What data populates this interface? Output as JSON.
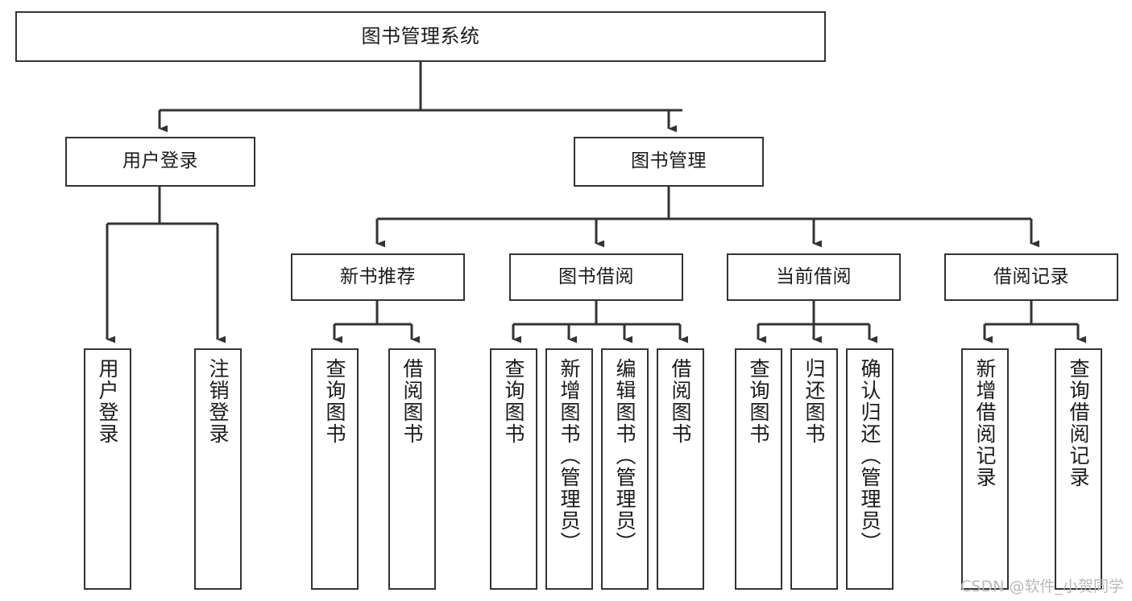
{
  "diagram": {
    "title": "图书管理系统",
    "type": "tree",
    "watermark": "CSDN @软件_小贺同学",
    "colors": {
      "node_border": "#333333",
      "node_fill": "#ffffff",
      "edge": "#333333",
      "text": "#1a1a1a",
      "watermark": "#b9b9b9",
      "background": "#ffffff"
    },
    "nodes": {
      "root": {
        "label": "图书管理系统",
        "level": 1,
        "orientation": "horizontal"
      },
      "l2": [
        {
          "id": "user-login",
          "label": "用户登录",
          "level": 2,
          "orientation": "horizontal"
        },
        {
          "id": "book-manage",
          "label": "图书管理",
          "level": 2,
          "orientation": "horizontal"
        }
      ],
      "l3": [
        {
          "id": "new-book-rec",
          "label": "新书推荐",
          "level": 3,
          "orientation": "horizontal"
        },
        {
          "id": "book-borrow",
          "label": "图书借阅",
          "level": 3,
          "orientation": "horizontal"
        },
        {
          "id": "current-borrow",
          "label": "当前借阅",
          "level": 3,
          "orientation": "horizontal"
        },
        {
          "id": "borrow-record",
          "label": "借阅记录",
          "level": 3,
          "orientation": "horizontal"
        }
      ],
      "leaves": [
        {
          "id": "leaf-user-login",
          "label": "用户登录",
          "parent": "user-login",
          "orientation": "vertical"
        },
        {
          "id": "leaf-user-logout",
          "label": "注销登录",
          "parent": "user-login",
          "orientation": "vertical"
        },
        {
          "id": "leaf-query-book-1",
          "label": "查询图书",
          "parent": "new-book-rec",
          "orientation": "vertical"
        },
        {
          "id": "leaf-borrow-book-1",
          "label": "借阅图书",
          "parent": "new-book-rec",
          "orientation": "vertical"
        },
        {
          "id": "leaf-query-book-2",
          "label": "查询图书",
          "parent": "book-borrow",
          "orientation": "vertical"
        },
        {
          "id": "leaf-add-book",
          "label": "新增图书（管理员）",
          "parent": "book-borrow",
          "orientation": "vertical"
        },
        {
          "id": "leaf-edit-book",
          "label": "编辑图书（管理员）",
          "parent": "book-borrow",
          "orientation": "vertical"
        },
        {
          "id": "leaf-borrow-book-2",
          "label": "借阅图书",
          "parent": "book-borrow",
          "orientation": "vertical"
        },
        {
          "id": "leaf-query-book-3",
          "label": "查询图书",
          "parent": "current-borrow",
          "orientation": "vertical"
        },
        {
          "id": "leaf-return-book",
          "label": "归还图书",
          "parent": "current-borrow",
          "orientation": "vertical"
        },
        {
          "id": "leaf-confirm-return",
          "label": "确认归还（管理员）",
          "parent": "current-borrow",
          "orientation": "vertical"
        },
        {
          "id": "leaf-add-record",
          "label": "新增借阅记录",
          "parent": "borrow-record",
          "orientation": "vertical"
        },
        {
          "id": "leaf-query-record",
          "label": "查询借阅记录",
          "parent": "borrow-record",
          "orientation": "vertical"
        }
      ]
    }
  }
}
